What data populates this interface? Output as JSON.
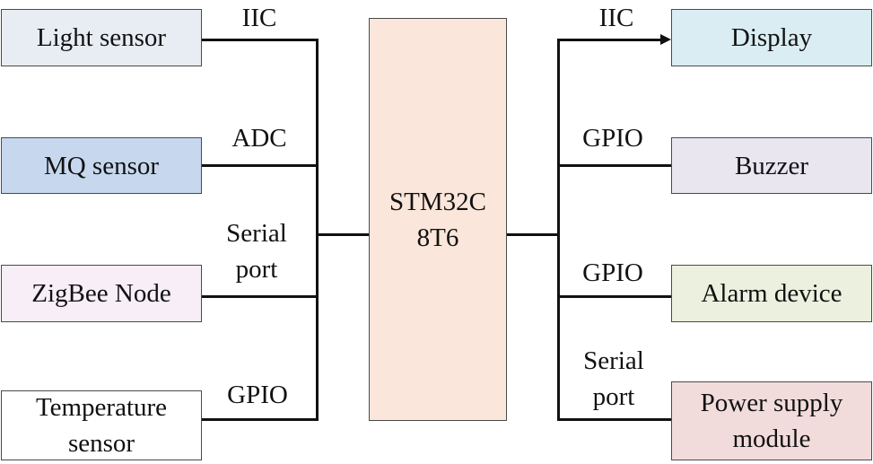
{
  "mcu": {
    "line1": "STM32C",
    "line2": "8T6"
  },
  "left_blocks": {
    "light": "Light sensor",
    "mq": "MQ sensor",
    "zigbee": "ZigBee Node",
    "temp_line1": "Temperature",
    "temp_line2": "sensor"
  },
  "left_labels": {
    "iic": "IIC",
    "adc": "ADC",
    "serial_line1": "Serial",
    "serial_line2": "port",
    "gpio": "GPIO"
  },
  "right_blocks": {
    "display": "Display",
    "buzzer": "Buzzer",
    "alarm": "Alarm device",
    "power_line1": "Power supply",
    "power_line2": "module"
  },
  "right_labels": {
    "iic": "IIC",
    "gpio1": "GPIO",
    "gpio2": "GPIO",
    "serial_line1": "Serial",
    "serial_line2": "port"
  },
  "colors": {
    "light_fill": "#e8ecf3",
    "mq_fill": "#c7d8ee",
    "zigbee_fill": "#f7eef8",
    "temp_fill": "#ffffff",
    "mcu_fill": "#fae6da",
    "display_fill": "#d9edf3",
    "buzzer_fill": "#e9e6f0",
    "alarm_fill": "#ebf1de",
    "power_fill": "#f2dcdb"
  }
}
